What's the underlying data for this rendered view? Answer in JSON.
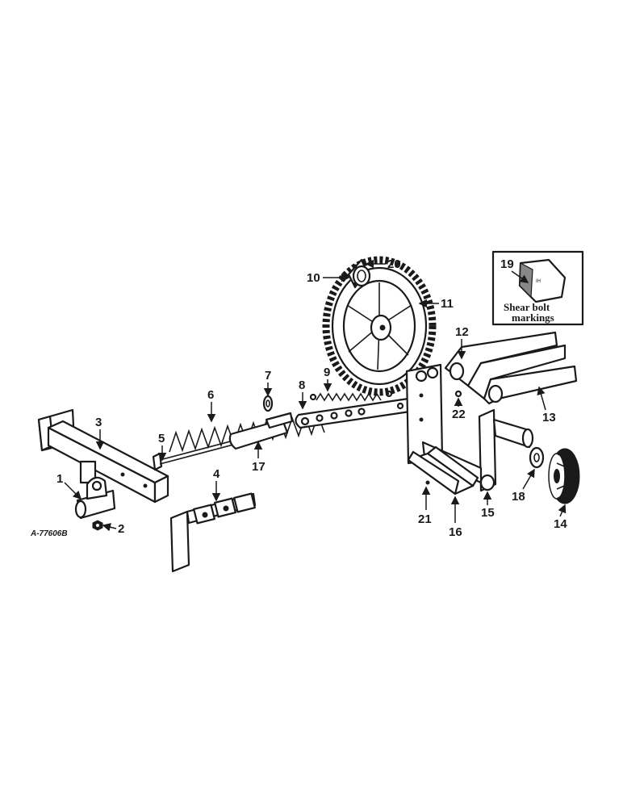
{
  "drawing_number": "A-77606B",
  "inset": {
    "callout": "19",
    "caption_line1": "Shear bolt",
    "caption_line2": "markings",
    "bolt_mark": "IH"
  },
  "callouts": [
    "1",
    "2",
    "3",
    "4",
    "5",
    "6",
    "7",
    "8",
    "9",
    "10",
    "11",
    "12",
    "13",
    "14",
    "15",
    "16",
    "17",
    "18",
    "19",
    "20",
    "21",
    "22"
  ]
}
